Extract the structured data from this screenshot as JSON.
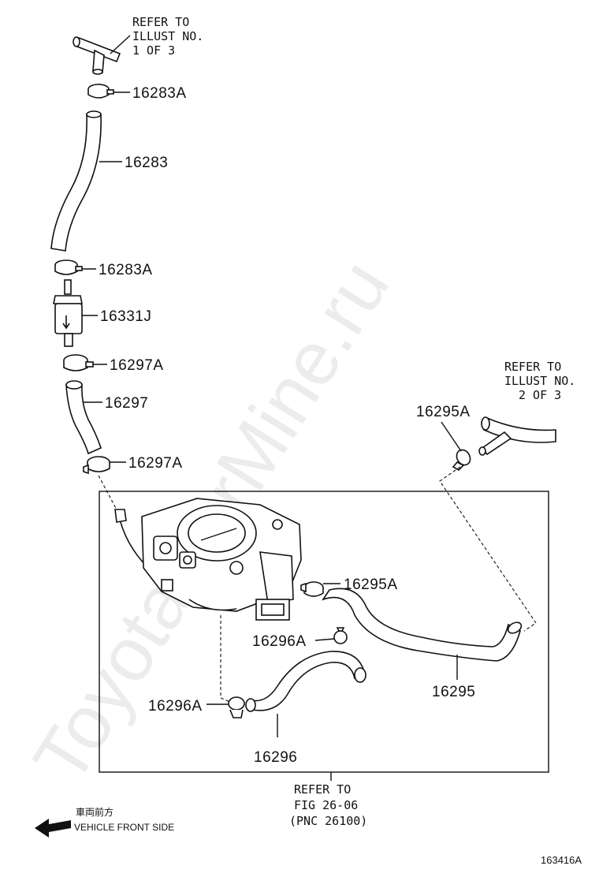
{
  "watermark": "ToyotaCarMine.ru",
  "refer_top": [
    "REFER TO",
    "ILLUST NO.",
    "1 OF 3"
  ],
  "refer_right": [
    "REFER TO",
    "ILLUST NO.",
    "2 OF 3"
  ],
  "refer_bottom": [
    "REFER TO",
    "FIG 26-06",
    "(PNC 26100)"
  ],
  "parts": {
    "p16283A_top": "16283A",
    "p16283": "16283",
    "p16283A_bottom": "16283A",
    "p16331J": "16331J",
    "p16297A_top": "16297A",
    "p16297": "16297",
    "p16297A_bottom": "16297A",
    "p16295A_top": "16295A",
    "p16295A_mid": "16295A",
    "p16296A_upper": "16296A",
    "p16295": "16295",
    "p16296A_lower": "16296A",
    "p16296": "16296"
  },
  "legend": {
    "jp": "車両前方",
    "en": "VEHICLE FRONT SIDE"
  },
  "figure_code": "163416A"
}
